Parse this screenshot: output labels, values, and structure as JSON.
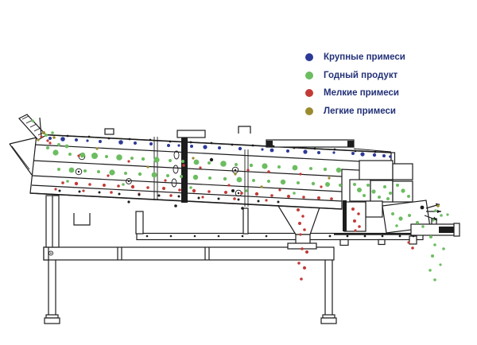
{
  "legend": {
    "items": [
      {
        "key": "large",
        "label": "Крупные примеси",
        "color": "#2c3a96"
      },
      {
        "key": "good",
        "label": "Годный продукт",
        "color": "#6cbd60"
      },
      {
        "key": "small",
        "label": "Мелкие примеси",
        "color": "#c23a36"
      },
      {
        "key": "light",
        "label": "Легкие примеси",
        "color": "#9a8b2e"
      }
    ]
  },
  "diagram": {
    "description": "Side-view line drawing of a grain cleaning sieve separator with colored particles",
    "colors": {
      "large": "#2c3a96",
      "good": "#6cbd60",
      "small": "#c23a36",
      "light": "#9a8b2e",
      "fastener": "#1c1c1c"
    },
    "dots": {
      "large": [
        [
          63,
          174,
          2
        ],
        [
          79,
          175,
          2.8
        ],
        [
          96,
          176,
          2
        ],
        [
          110,
          177,
          1.6
        ],
        [
          126,
          178,
          2
        ],
        [
          152,
          179,
          2.8
        ],
        [
          170,
          180,
          2
        ],
        [
          190,
          181,
          2
        ],
        [
          212,
          183,
          2
        ],
        [
          225,
          183,
          1.6
        ],
        [
          241,
          184,
          2
        ],
        [
          258,
          185,
          2.6
        ],
        [
          276,
          186,
          2
        ],
        [
          302,
          187,
          2.2
        ],
        [
          330,
          188,
          1.6
        ],
        [
          342,
          189,
          2.4
        ],
        [
          362,
          190,
          2
        ],
        [
          384,
          191,
          2.6
        ],
        [
          401,
          192,
          2
        ],
        [
          420,
          192,
          1.6
        ],
        [
          444,
          193,
          2
        ],
        [
          456,
          194,
          2.6
        ],
        [
          471,
          195,
          2.2
        ],
        [
          483,
          196,
          2
        ],
        [
          491,
          197,
          1.8
        ]
      ],
      "good": [
        [
          41,
          152,
          1.8
        ],
        [
          58,
          170,
          2
        ],
        [
          66,
          167,
          1.8
        ],
        [
          74,
          182,
          2
        ],
        [
          84,
          184,
          2.4
        ],
        [
          60,
          186,
          2
        ],
        [
          70,
          192,
          3.6
        ],
        [
          88,
          194,
          2
        ],
        [
          104,
          195,
          3.2
        ],
        [
          119,
          196,
          4
        ],
        [
          134,
          197,
          2
        ],
        [
          150,
          198,
          3.8
        ],
        [
          166,
          199,
          2
        ],
        [
          180,
          200,
          2.2
        ],
        [
          197,
          201,
          3.6
        ],
        [
          214,
          202,
          2
        ],
        [
          230,
          203,
          2
        ],
        [
          247,
          204,
          3.4
        ],
        [
          263,
          205,
          2
        ],
        [
          281,
          206,
          3.8
        ],
        [
          297,
          207,
          2
        ],
        [
          316,
          208,
          2.2
        ],
        [
          333,
          209,
          3.6
        ],
        [
          351,
          210,
          2
        ],
        [
          371,
          211,
          3.4
        ],
        [
          391,
          212,
          2
        ],
        [
          409,
          213,
          2.2
        ],
        [
          426,
          214,
          3.2
        ],
        [
          74,
          213,
          2
        ],
        [
          90,
          214,
          3.4
        ],
        [
          107,
          215,
          2
        ],
        [
          124,
          216,
          2
        ],
        [
          141,
          217,
          3.6
        ],
        [
          158,
          218,
          2
        ],
        [
          176,
          219,
          2.2
        ],
        [
          194,
          220,
          3.4
        ],
        [
          211,
          221,
          2
        ],
        [
          228,
          222,
          2
        ],
        [
          246,
          223,
          3.2
        ],
        [
          264,
          224,
          2
        ],
        [
          283,
          225,
          2.2
        ],
        [
          301,
          226,
          3.4
        ],
        [
          319,
          227,
          2
        ],
        [
          338,
          228,
          2
        ],
        [
          356,
          229,
          3.2
        ],
        [
          375,
          230,
          2
        ],
        [
          394,
          231,
          2.2
        ],
        [
          412,
          232,
          3
        ],
        [
          428,
          233,
          2
        ],
        [
          85,
          228,
          1.8
        ],
        [
          155,
          232,
          1.8
        ],
        [
          240,
          236,
          1.8
        ],
        [
          310,
          240,
          1.8
        ],
        [
          370,
          243,
          1.8
        ],
        [
          446,
          232,
          2
        ],
        [
          452,
          239,
          3
        ],
        [
          458,
          246,
          2
        ],
        [
          463,
          233,
          2
        ],
        [
          470,
          241,
          2.6
        ],
        [
          477,
          248,
          2
        ],
        [
          484,
          235,
          2
        ],
        [
          491,
          243,
          2
        ],
        [
          500,
          233,
          2
        ],
        [
          507,
          240,
          2.6
        ],
        [
          514,
          247,
          2
        ],
        [
          488,
          250,
          2
        ],
        [
          494,
          269,
          2
        ],
        [
          504,
          275,
          2.6
        ],
        [
          515,
          271,
          2
        ],
        [
          525,
          280,
          2
        ],
        [
          532,
          285,
          1.8
        ],
        [
          499,
          284,
          1.8
        ],
        [
          548,
          265,
          1.8
        ],
        [
          555,
          271,
          1.8
        ],
        [
          545,
          277,
          1.6
        ],
        [
          563,
          270,
          1.6
        ],
        [
          542,
          298,
          2
        ],
        [
          547,
          308,
          1.8
        ],
        [
          558,
          313,
          1.8
        ],
        [
          544,
          322,
          2
        ],
        [
          554,
          333,
          1.6
        ],
        [
          541,
          340,
          1.8
        ],
        [
          547,
          352,
          1.8
        ]
      ],
      "small": [
        [
          52,
          172,
          1.6
        ],
        [
          63,
          180,
          1.6
        ],
        [
          60,
          177,
          1.6
        ],
        [
          99,
          196,
          1.6
        ],
        [
          162,
          203,
          1.6
        ],
        [
          231,
          208,
          1.8
        ],
        [
          252,
          211,
          1.6
        ],
        [
          312,
          214,
          1.6
        ],
        [
          338,
          216,
          1.8
        ],
        [
          378,
          219,
          1.6
        ],
        [
          136,
          221,
          1.6
        ],
        [
          208,
          227,
          1.6
        ],
        [
          288,
          233,
          1.6
        ],
        [
          352,
          239,
          1.6
        ],
        [
          404,
          235,
          1.6
        ],
        [
          79,
          230,
          1.8
        ],
        [
          96,
          231,
          2.2
        ],
        [
          113,
          232,
          1.8
        ],
        [
          131,
          233,
          2
        ],
        [
          149,
          234,
          1.8
        ],
        [
          167,
          235,
          2.2
        ],
        [
          186,
          236,
          1.8
        ],
        [
          206,
          237,
          2
        ],
        [
          226,
          239,
          1.8
        ],
        [
          244,
          240,
          2.2
        ],
        [
          263,
          241,
          1.8
        ],
        [
          284,
          242,
          2
        ],
        [
          304,
          243,
          1.8
        ],
        [
          323,
          244,
          2.2
        ],
        [
          342,
          246,
          1.8
        ],
        [
          363,
          247,
          2
        ],
        [
          382,
          248,
          1.8
        ],
        [
          401,
          249,
          2
        ],
        [
          417,
          250,
          1.8
        ],
        [
          70,
          238,
          1.6
        ],
        [
          105,
          240,
          1.6
        ],
        [
          140,
          242,
          1.8
        ],
        [
          175,
          244,
          1.6
        ],
        [
          215,
          246,
          1.8
        ],
        [
          255,
          248,
          1.6
        ],
        [
          295,
          250,
          1.8
        ],
        [
          335,
          252,
          1.6
        ],
        [
          375,
          264,
          2
        ],
        [
          381,
          272,
          1.8
        ],
        [
          377,
          281,
          2
        ],
        [
          383,
          289,
          1.8
        ],
        [
          378,
          295,
          1.6
        ],
        [
          380,
          313,
          1.8
        ],
        [
          386,
          317,
          2
        ],
        [
          376,
          331,
          1.8
        ],
        [
          383,
          337,
          2
        ],
        [
          379,
          351,
          1.8
        ],
        [
          444,
          263,
          2
        ],
        [
          451,
          269,
          1.8
        ],
        [
          446,
          278,
          2
        ],
        [
          452,
          285,
          1.8
        ],
        [
          447,
          290,
          1.6
        ],
        [
          514,
          305,
          1.6
        ],
        [
          519,
          312,
          1.8
        ]
      ],
      "light": [
        [
          55,
          167,
          2
        ],
        [
          68,
          173,
          1.8
        ],
        [
          48,
          176,
          1.6
        ],
        [
          122,
          187,
          1.6
        ],
        [
          186,
          210,
          1.6
        ],
        [
          243,
          199,
          1.6
        ],
        [
          296,
          219,
          1.6
        ],
        [
          329,
          235,
          1.6
        ],
        [
          414,
          224,
          1.6
        ],
        [
          551,
          259,
          1.8
        ]
      ],
      "fastener": [
        [
          85,
          171,
          1.4
        ],
        [
          112,
          172,
          1.4
        ],
        [
          137,
          174,
          1.4
        ],
        [
          163,
          175,
          1.4
        ],
        [
          189,
          176,
          1.4
        ],
        [
          214,
          178,
          1.4
        ],
        [
          240,
          179,
          1.4
        ],
        [
          266,
          180,
          1.4
        ],
        [
          292,
          182,
          1.4
        ],
        [
          318,
          183,
          1.4
        ],
        [
          344,
          184,
          1.4
        ],
        [
          370,
          186,
          1.4
        ],
        [
          396,
          187,
          1.4
        ],
        [
          421,
          188,
          1.4
        ],
        [
          447,
          190,
          1.4
        ],
        [
          472,
          191,
          1.4
        ],
        [
          75,
          240,
          1.5
        ],
        [
          100,
          241,
          1.5
        ],
        [
          125,
          242,
          1.5
        ],
        [
          150,
          244,
          1.5
        ],
        [
          175,
          245,
          1.5
        ],
        [
          200,
          246,
          1.5
        ],
        [
          225,
          247,
          1.5
        ],
        [
          250,
          249,
          1.5
        ],
        [
          275,
          250,
          1.5
        ],
        [
          300,
          251,
          1.5
        ],
        [
          325,
          253,
          1.5
        ],
        [
          350,
          254,
          1.5
        ],
        [
          185,
          297,
          1.3
        ],
        [
          215,
          297,
          1.3
        ],
        [
          245,
          297,
          1.3
        ],
        [
          275,
          297,
          1.3
        ],
        [
          305,
          297,
          1.3
        ],
        [
          335,
          297,
          1.3
        ],
        [
          415,
          297,
          1.4
        ],
        [
          437,
          297,
          1.4
        ],
        [
          459,
          297,
          1.4
        ],
        [
          481,
          297,
          1.4
        ],
        [
          503,
          297,
          1.4
        ],
        [
          520,
          297,
          1.4
        ],
        [
          266,
          201,
          2.2
        ],
        [
          293,
          240,
          2
        ],
        [
          221,
          259,
          1.8
        ],
        [
          162,
          254,
          1.6
        ],
        [
          305,
          262,
          1.8
        ],
        [
          531,
          261,
          2.4
        ]
      ]
    }
  }
}
